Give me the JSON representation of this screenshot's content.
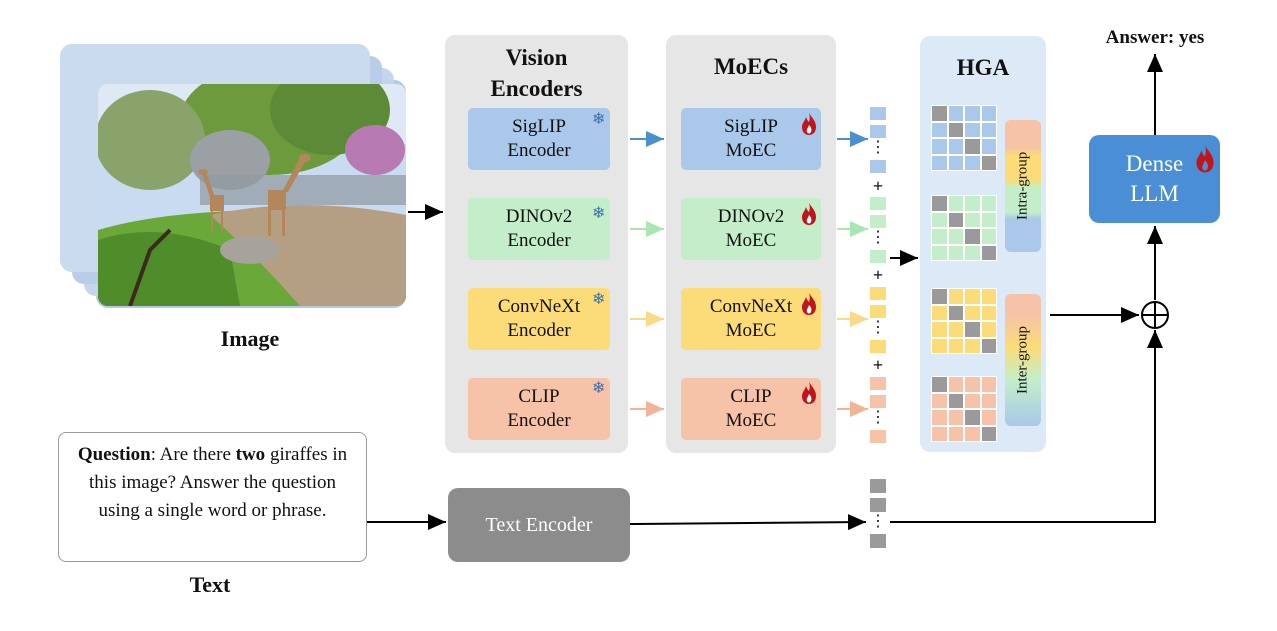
{
  "image_caption": "Image",
  "text_caption": "Text",
  "question": {
    "label": "Question",
    "text_before": ": Are there ",
    "bold_word": "two",
    "text_after": " giraffes in this image? Answer the question using a single word or phrase."
  },
  "vision_encoders": {
    "title_line1": "Vision",
    "title_line2": "Encoders",
    "items": [
      {
        "line1": "SigLIP",
        "line2": "Encoder"
      },
      {
        "line1": "DINOv2",
        "line2": "Encoder"
      },
      {
        "line1": "ConvNeXt",
        "line2": "Encoder"
      },
      {
        "line1": "CLIP",
        "line2": "Encoder"
      }
    ]
  },
  "moecs": {
    "title": "MoECs",
    "items": [
      {
        "line1": "SigLIP",
        "line2": "MoEC"
      },
      {
        "line1": "DINOv2",
        "line2": "MoEC"
      },
      {
        "line1": "ConvNeXt",
        "line2": "MoEC"
      },
      {
        "line1": "CLIP",
        "line2": "MoEC"
      }
    ]
  },
  "hga": {
    "title": "HGA",
    "intra_label": "Intra-group",
    "inter_label": "Inter-group"
  },
  "text_encoder": "Text Encoder",
  "llm": {
    "line1": "Dense",
    "line2": "LLM"
  },
  "answer": "Answer: yes",
  "token_plus": "+",
  "token_dots": "⋮",
  "colors": {
    "blue": "#a9c8ea",
    "green": "#c3eec9",
    "yellow": "#fbdc78",
    "salmon": "#f6c2a8",
    "gray": "#9a9a9a",
    "llm": "#4a8fd6",
    "fire": "#c0161b",
    "snowflake": "#3f72b0"
  },
  "icons": {
    "frozen": "snowflake-icon",
    "trainable": "fire-icon"
  }
}
